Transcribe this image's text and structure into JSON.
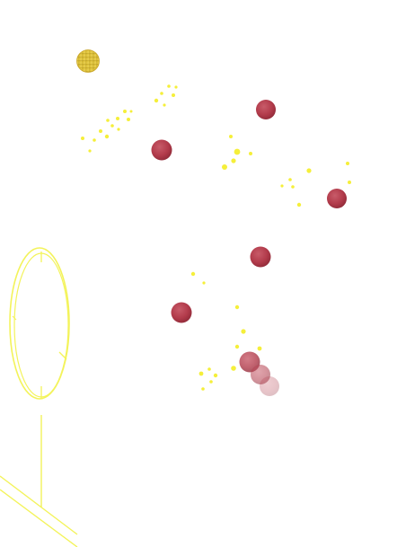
{
  "scene": {
    "background_color": "#ffffff",
    "outline_color": "#f3f35a",
    "particle_color": "#f5ef3a",
    "ball_color": "#b23b4b",
    "gold_ball_color": "#e0c43a",
    "fading_ball_opacities": [
      0.8,
      0.55,
      0.3
    ]
  }
}
